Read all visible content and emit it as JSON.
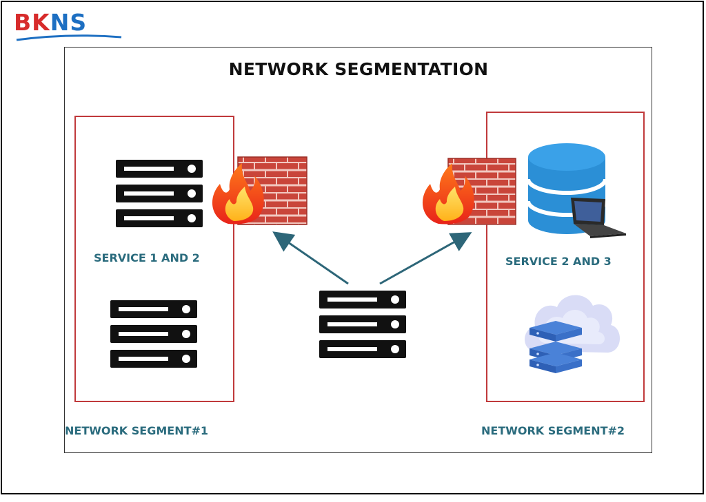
{
  "logo": {
    "text_red": "BK",
    "text_blue": "NS"
  },
  "diagram": {
    "title": "NETWORK SEGMENTATION",
    "segment1": {
      "service_label": "SERVICE 1 AND 2",
      "segment_label": "NETWORK SEGMENT#1"
    },
    "segment2": {
      "service_label": "SERVICE 2 AND 3",
      "segment_label": "NETWORK SEGMENT#2"
    }
  },
  "icons": [
    "server-rack-icon",
    "firewall-icon",
    "database-icon",
    "laptop-icon",
    "cloud-server-icon",
    "arrow-icon"
  ],
  "colors": {
    "segment_border": "#c0393b",
    "label_text": "#2a6b7d",
    "arrow": "#2d6678",
    "database": "#2b8fd6",
    "brick": "#c9453a"
  }
}
